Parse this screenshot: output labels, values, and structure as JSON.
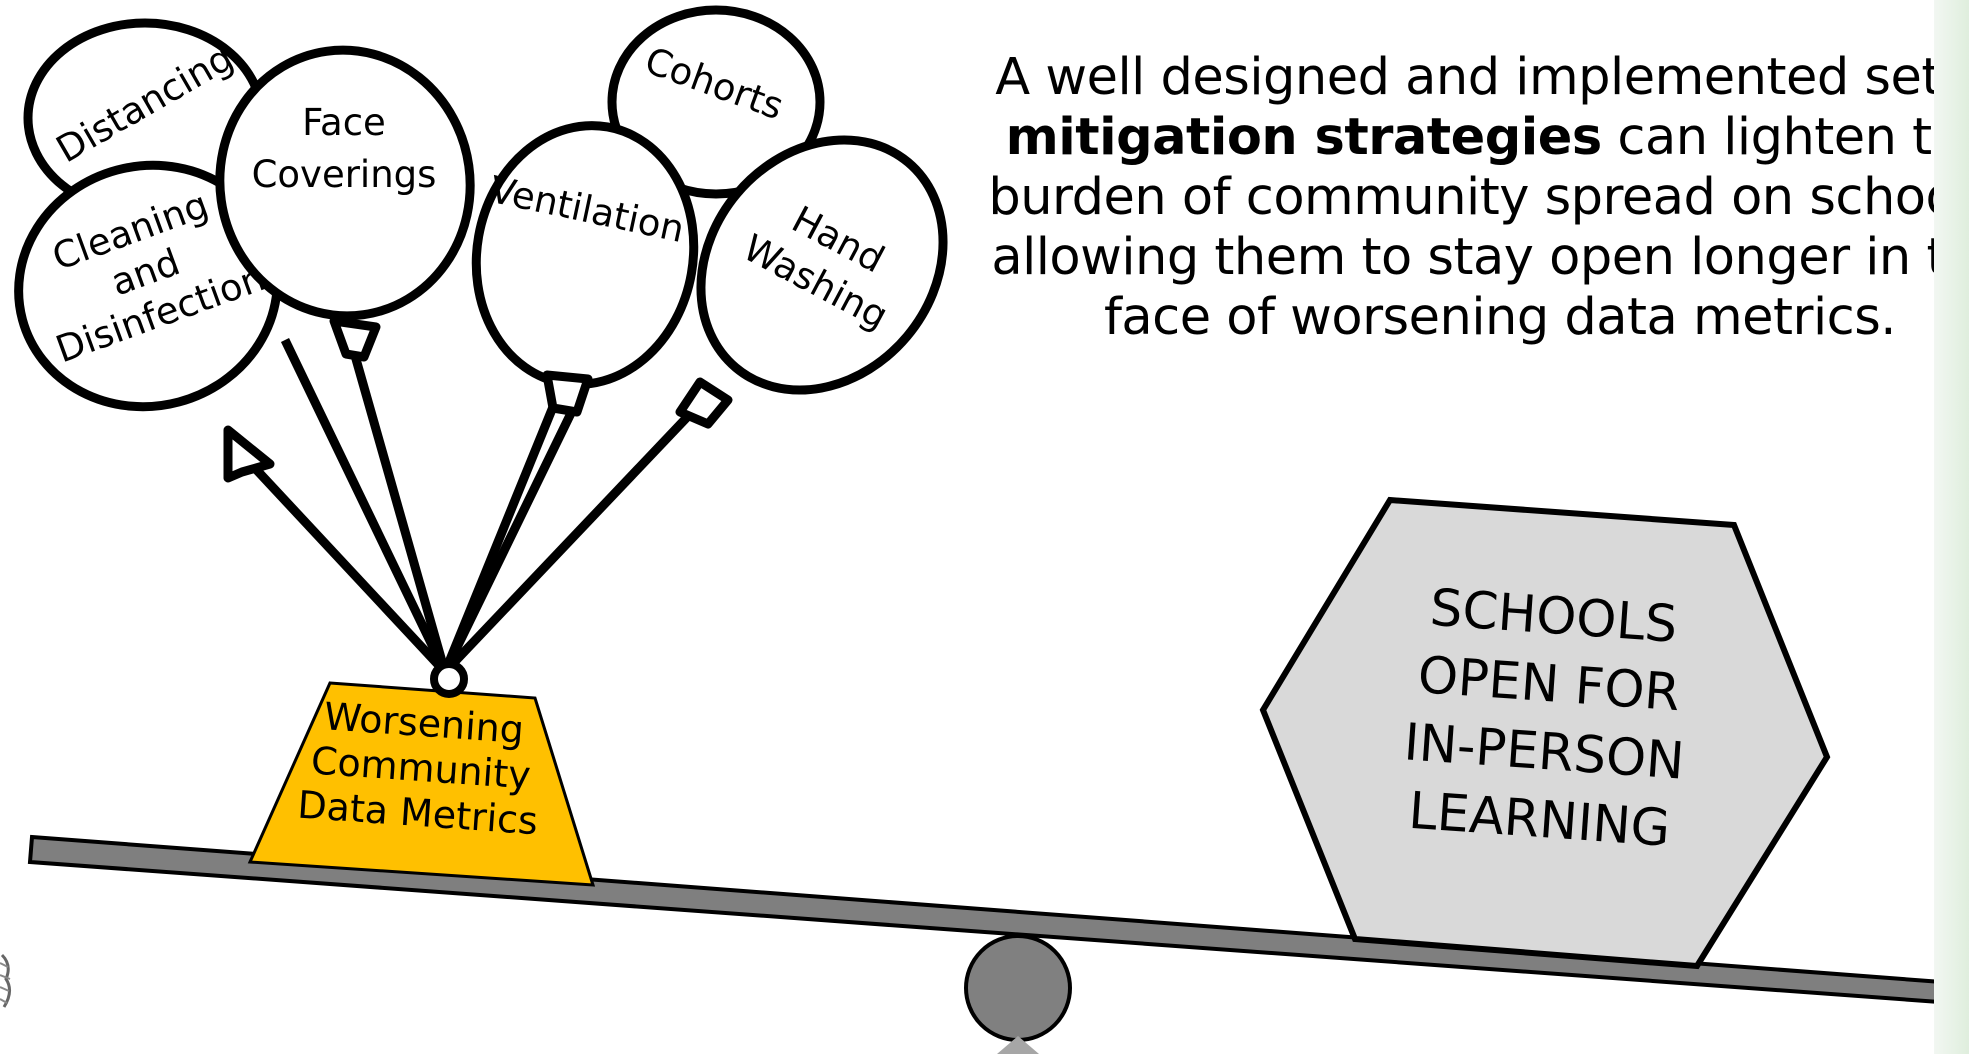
{
  "balloons": [
    {
      "label": "Distancing"
    },
    {
      "label": "Cohorts"
    },
    {
      "label": "Cleaning\nand\nDisinfection"
    },
    {
      "label": "Face\nCoverings"
    },
    {
      "label": "Ventilation"
    },
    {
      "label": "Hand\nWashing"
    }
  ],
  "caption": {
    "part1": "A well designed and implemented set of ",
    "bold": "mitigation strategies",
    "part2": " can lighten the burden of community spread on schools, allowing them to stay open longer in the face of worsening data metrics."
  },
  "weight": {
    "label": "Worsening\nCommunity\nData Metrics",
    "color": "#ffc000"
  },
  "block": {
    "label": "SCHOOLS\nOPEN FOR\nIN-PERSON\nLEARNING",
    "color": "#d9d9d9"
  },
  "colors": {
    "beam": "#7f7f7f",
    "fulcrum": "#808080",
    "outline": "#000000"
  }
}
